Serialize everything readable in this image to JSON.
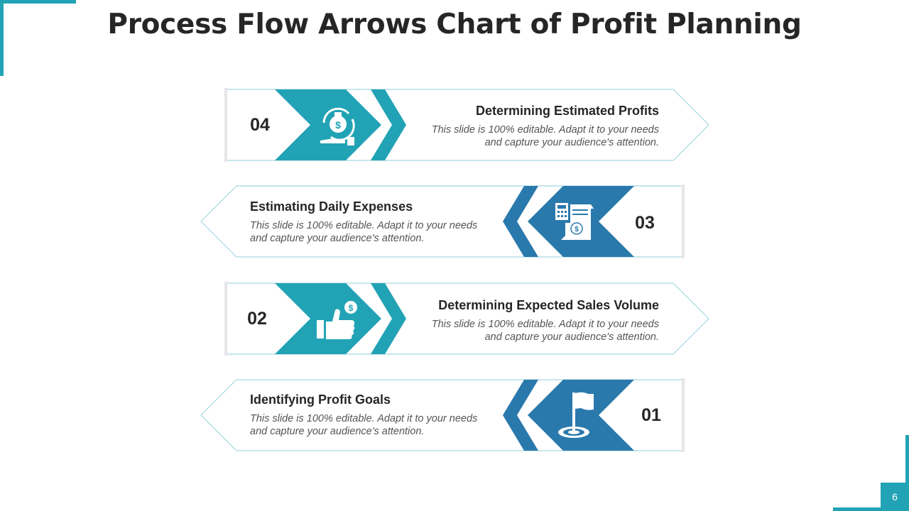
{
  "title": "Process Flow Arrows Chart of Profit Planning",
  "colors": {
    "teal": "#21a3b5",
    "blue": "#2a79ac",
    "text": "#262626"
  },
  "steps": [
    {
      "number": "04",
      "heading": "Determining Estimated Profits",
      "description": "This slide is 100% editable.  Adapt it to your needs and capture your audience's attention.",
      "icon": "money-bag-hand-icon"
    },
    {
      "number": "03",
      "heading": "Estimating Daily Expenses",
      "description": "This slide is 100% editable.  Adapt it to your needs and capture your audience's attention.",
      "icon": "calculator-receipt-icon"
    },
    {
      "number": "02",
      "heading": "Determining Expected Sales Volume",
      "description": "This slide is 100% editable.  Adapt it to your needs and capture your audience's attention.",
      "icon": "thumbs-up-dollar-icon"
    },
    {
      "number": "01",
      "heading": "Identifying Profit Goals",
      "description": "This slide is 100% editable.  Adapt it to your needs and capture your audience's attention.",
      "icon": "flag-target-icon"
    }
  ],
  "page_number": "6"
}
